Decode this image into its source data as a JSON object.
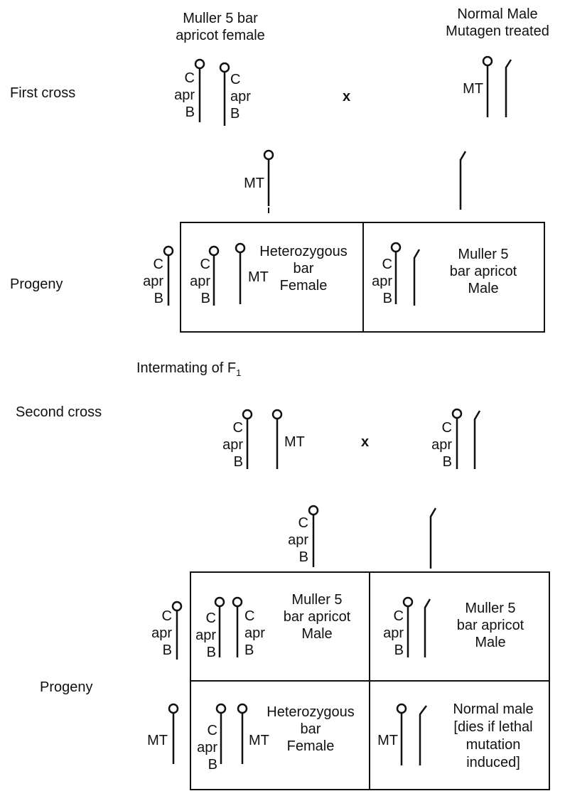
{
  "cross1": {
    "row_label": "First cross",
    "female": {
      "line1": "Muller 5 bar",
      "line2": "apricot female"
    },
    "male": {
      "line1": "Normal Male",
      "line2": "Mutagen treated"
    },
    "times": "x",
    "female_chrom_left": {
      "c": "C",
      "apr": "apr",
      "b": "B"
    },
    "female_chrom_right": {
      "c": "C",
      "apr": "apr",
      "b": "B"
    },
    "male_chrom": "MT",
    "gamete": "MT"
  },
  "progeny1": {
    "row_label": "Progeny",
    "left_chrom": {
      "c": "C",
      "apr": "apr",
      "b": "B"
    },
    "cell_female": {
      "chrom": {
        "c": "C",
        "apr": "apr",
        "b": "B"
      },
      "mt": "MT",
      "label1": "Heterozygous",
      "label2": "bar",
      "label3": "Female"
    },
    "cell_male": {
      "chrom": {
        "c": "C",
        "apr": "apr",
        "b": "B"
      },
      "label1": "Muller 5",
      "label2": "bar apricot",
      "label3": "Male"
    }
  },
  "intermating": {
    "text": "Intermating of F",
    "sub": "1"
  },
  "cross2": {
    "row_label": "Second cross",
    "female_chrom": {
      "c": "C",
      "apr": "apr",
      "b": "B"
    },
    "mt": "MT",
    "times": "x",
    "male_chrom": {
      "c": "C",
      "apr": "apr",
      "b": "B"
    },
    "gamete": {
      "c": "C",
      "apr": "apr",
      "b": "B"
    }
  },
  "progeny2": {
    "row_label": "Progeny",
    "left_top": {
      "c": "C",
      "apr": "apr",
      "b": "B"
    },
    "left_bottom": "MT",
    "cell_tl": {
      "chrom_a": {
        "c": "C",
        "apr": "apr",
        "b": "B"
      },
      "chrom_b": {
        "c": "C",
        "apr": "apr",
        "b": "B"
      },
      "label1": "Muller 5",
      "label2": "bar apricot",
      "label3": "Male"
    },
    "cell_tr": {
      "chrom": {
        "c": "C",
        "apr": "apr",
        "b": "B"
      },
      "label1": "Muller 5",
      "label2": "bar apricot",
      "label3": "Male"
    },
    "cell_bl": {
      "chrom": {
        "c": "C",
        "apr": "apr",
        "b": "B"
      },
      "mt": "MT",
      "label1": "Heterozygous",
      "label2": "bar",
      "label3": "Female"
    },
    "cell_br": {
      "mt": "MT",
      "label1": "Normal male",
      "label2": "[dies if lethal",
      "label3": "mutation",
      "label4": "induced]"
    }
  }
}
